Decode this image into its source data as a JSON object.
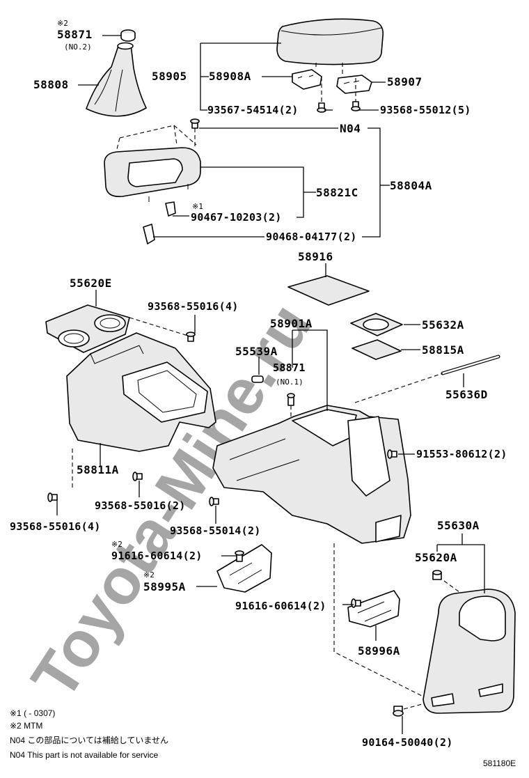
{
  "watermark": "Toyota-Mine.ru",
  "figure_code": "581180E",
  "labels": {
    "p58871_top": "58871",
    "p58871_top_mark": "※2",
    "p58871_top_sub": "(NO.2)",
    "p58808": "58808",
    "p58905": "58905",
    "p58908A": "58908A",
    "p58907": "58907",
    "p93567": "93567-54514(2)",
    "p93568_5": "93568-55012(5)",
    "pN04": "N04",
    "p58821C": "58821C",
    "p58804A": "58804A",
    "p90467_mark": "※1",
    "p90467": "90467-10203(2)",
    "p90468": "90468-04177(2)",
    "p58916": "58916",
    "p55620E": "55620E",
    "p93568_16_4a": "93568-55016(4)",
    "p58901A": "58901A",
    "p55632A": "55632A",
    "p55539A": "55539A",
    "p58815A": "58815A",
    "p58871_no1": "58871",
    "p58871_no1_sub": "(NO.1)",
    "p55636D": "55636D",
    "p91553": "91553-80612(2)",
    "p58811A": "58811A",
    "p93568_16_2": "93568-55016(2)",
    "p93568_16_4b": "93568-55016(4)",
    "p93568_14": "93568-55014(2)",
    "p55630A": "55630A",
    "p91616_a_mark": "※2",
    "p91616_a": "91616-60614(2)",
    "p55620A": "55620A",
    "p58995A_mark": "※2",
    "p58995A": "58995A",
    "p91616_b": "91616-60614(2)",
    "p58996A": "58996A",
    "p90164": "90164-50040(2)"
  },
  "footnotes": [
    "※1 (      - 0307)",
    "※2 MTM",
    "N04 この部品については補給していません",
    "N04 This part is not available for service"
  ]
}
